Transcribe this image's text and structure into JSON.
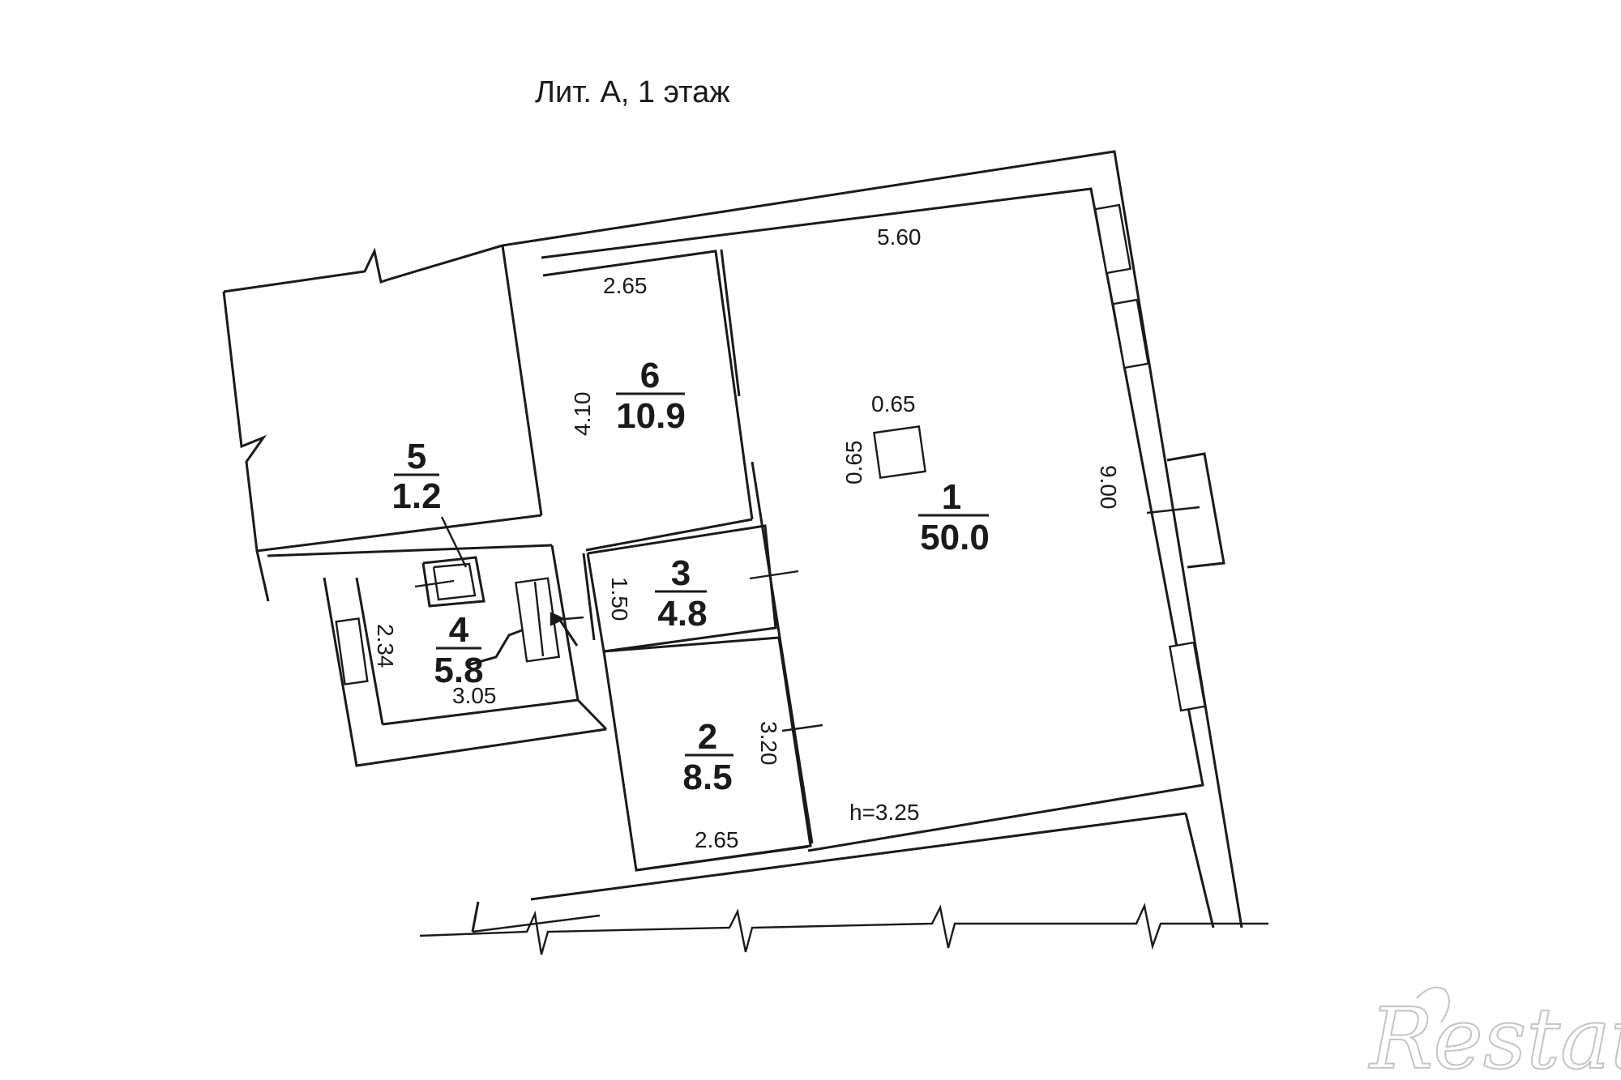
{
  "title": "Лит. А, 1 этаж",
  "rooms": [
    {
      "number": "1",
      "area": "50.0"
    },
    {
      "number": "2",
      "area": "8.5"
    },
    {
      "number": "3",
      "area": "4.8"
    },
    {
      "number": "4",
      "area": "5.8"
    },
    {
      "number": "5",
      "area": "1.2"
    },
    {
      "number": "6",
      "area": "10.9"
    }
  ],
  "dimensions": {
    "room1_top": "5.60",
    "room1_right": "9.00",
    "column_w": "0.65",
    "column_h": "0.65",
    "height": "h=3.25",
    "room6_top": "2.65",
    "room6_left": "4.10",
    "room3_left": "1.50",
    "room2_right": "3.20",
    "room2_bottom": "2.65",
    "room4_left": "2.34",
    "room4_bottom": "3.05"
  },
  "watermark": "Restate"
}
